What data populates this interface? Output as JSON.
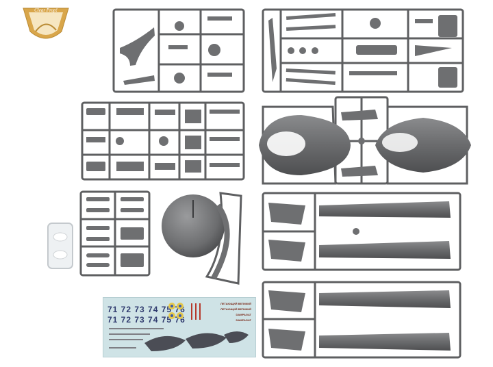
{
  "logo": {
    "text": "Clear Prop!"
  },
  "decal_sheet": {
    "row1": "71 72 73 74 75 76",
    "row2": "71 72 73 74 75 76",
    "title": "",
    "labels": [
      "ЛЕТАЮЩИЙ ВЕЛИКИЙ",
      "ЛЕТАЮЩИЙ ВЕЛИКИЙ",
      "DAMPAGAT",
      "DAMPAGAT"
    ]
  },
  "colors": {
    "plastic": "#6e6f71",
    "plastic_dark": "#4f5052",
    "plastic_light": "#8c8d8f",
    "decal_bg": "#cfe3e6",
    "logo_gold": "#d9a64a"
  }
}
